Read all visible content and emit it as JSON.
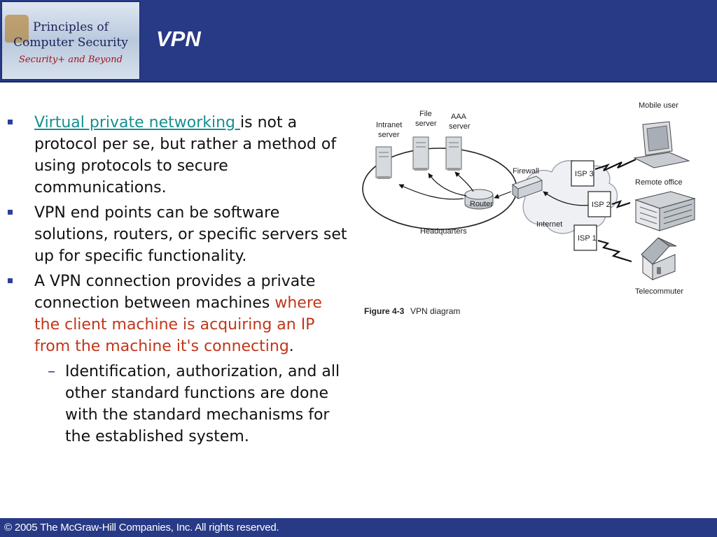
{
  "header": {
    "logo": {
      "line1": "Principles of",
      "line2": "Computer Security",
      "line3": "Security+ and Beyond"
    },
    "title": "VPN"
  },
  "bullets": [
    {
      "link_text": "Virtual private networking ",
      "rest": "is not a protocol per se, but rather a method of using protocols to secure communications."
    },
    {
      "text": "VPN end points can be software solutions, routers, or specific servers set up for specific functionality."
    },
    {
      "text_start": "A VPN connection provides a private connection between machines ",
      "highlight": "where the client machine is acquiring an IP from the machine it's connecting",
      "text_end": "."
    }
  ],
  "sub_bullet": {
    "text": "Identification, authorization, and all other standard functions are done with the standard mechanisms for the established system."
  },
  "diagram": {
    "intranet_server": [
      "Intranet",
      "server"
    ],
    "file_server": [
      "File",
      "server"
    ],
    "aaa_server": [
      "AAA",
      "server"
    ],
    "router": "Router",
    "firewall": "Firewall",
    "headquarters": "Headquarters",
    "internet": "Internet",
    "isp3": "ISP 3",
    "isp2": "ISP 2",
    "isp1": "ISP 1",
    "mobile_user": "Mobile user",
    "remote_office": "Remote office",
    "telecommuter": "Telecommuter",
    "figure_number": "Figure 4-3",
    "figure_title": "VPN diagram"
  },
  "footer": {
    "text": "© 2005 The McGraw-Hill Companies, Inc. All rights reserved."
  },
  "colors": {
    "header_bg": "#283a86",
    "link": "#168f8f",
    "highlight": "#c0361b",
    "bullet": "#2b3f9a"
  }
}
